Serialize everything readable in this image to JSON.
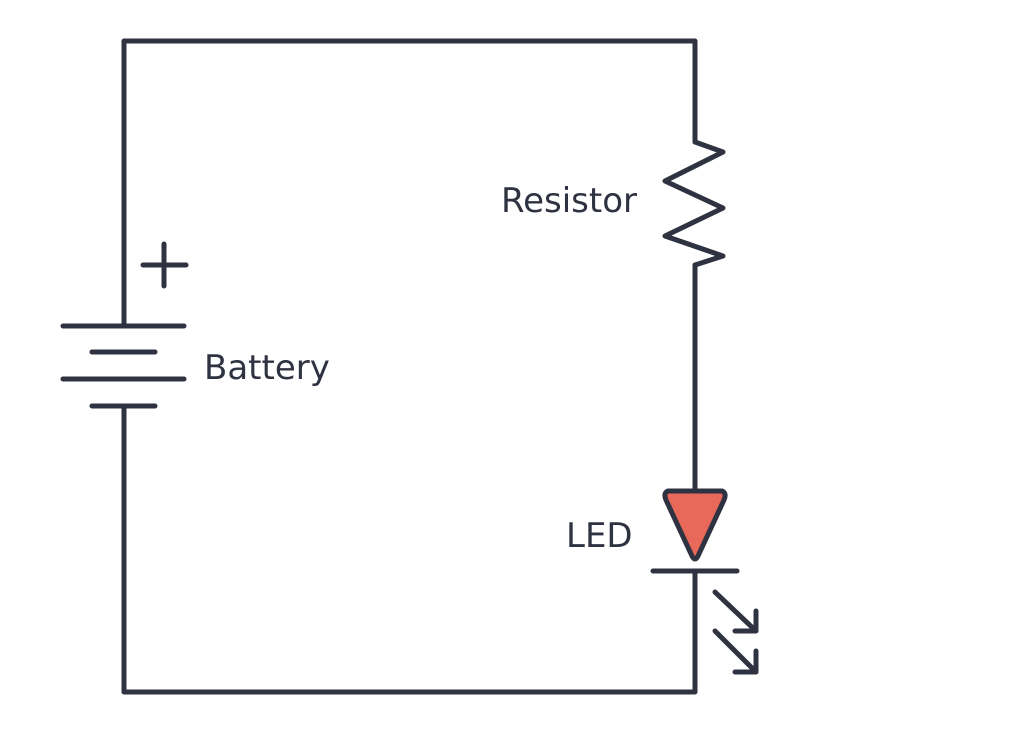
{
  "diagram": {
    "type": "circuit-schematic",
    "components": {
      "battery": {
        "label": "Battery",
        "polarity_mark": "+"
      },
      "resistor": {
        "label": "Resistor"
      },
      "led": {
        "label": "LED"
      }
    },
    "colors": {
      "stroke": "#2f3241",
      "led_fill": "#e8695a",
      "background": "#ffffff"
    }
  }
}
